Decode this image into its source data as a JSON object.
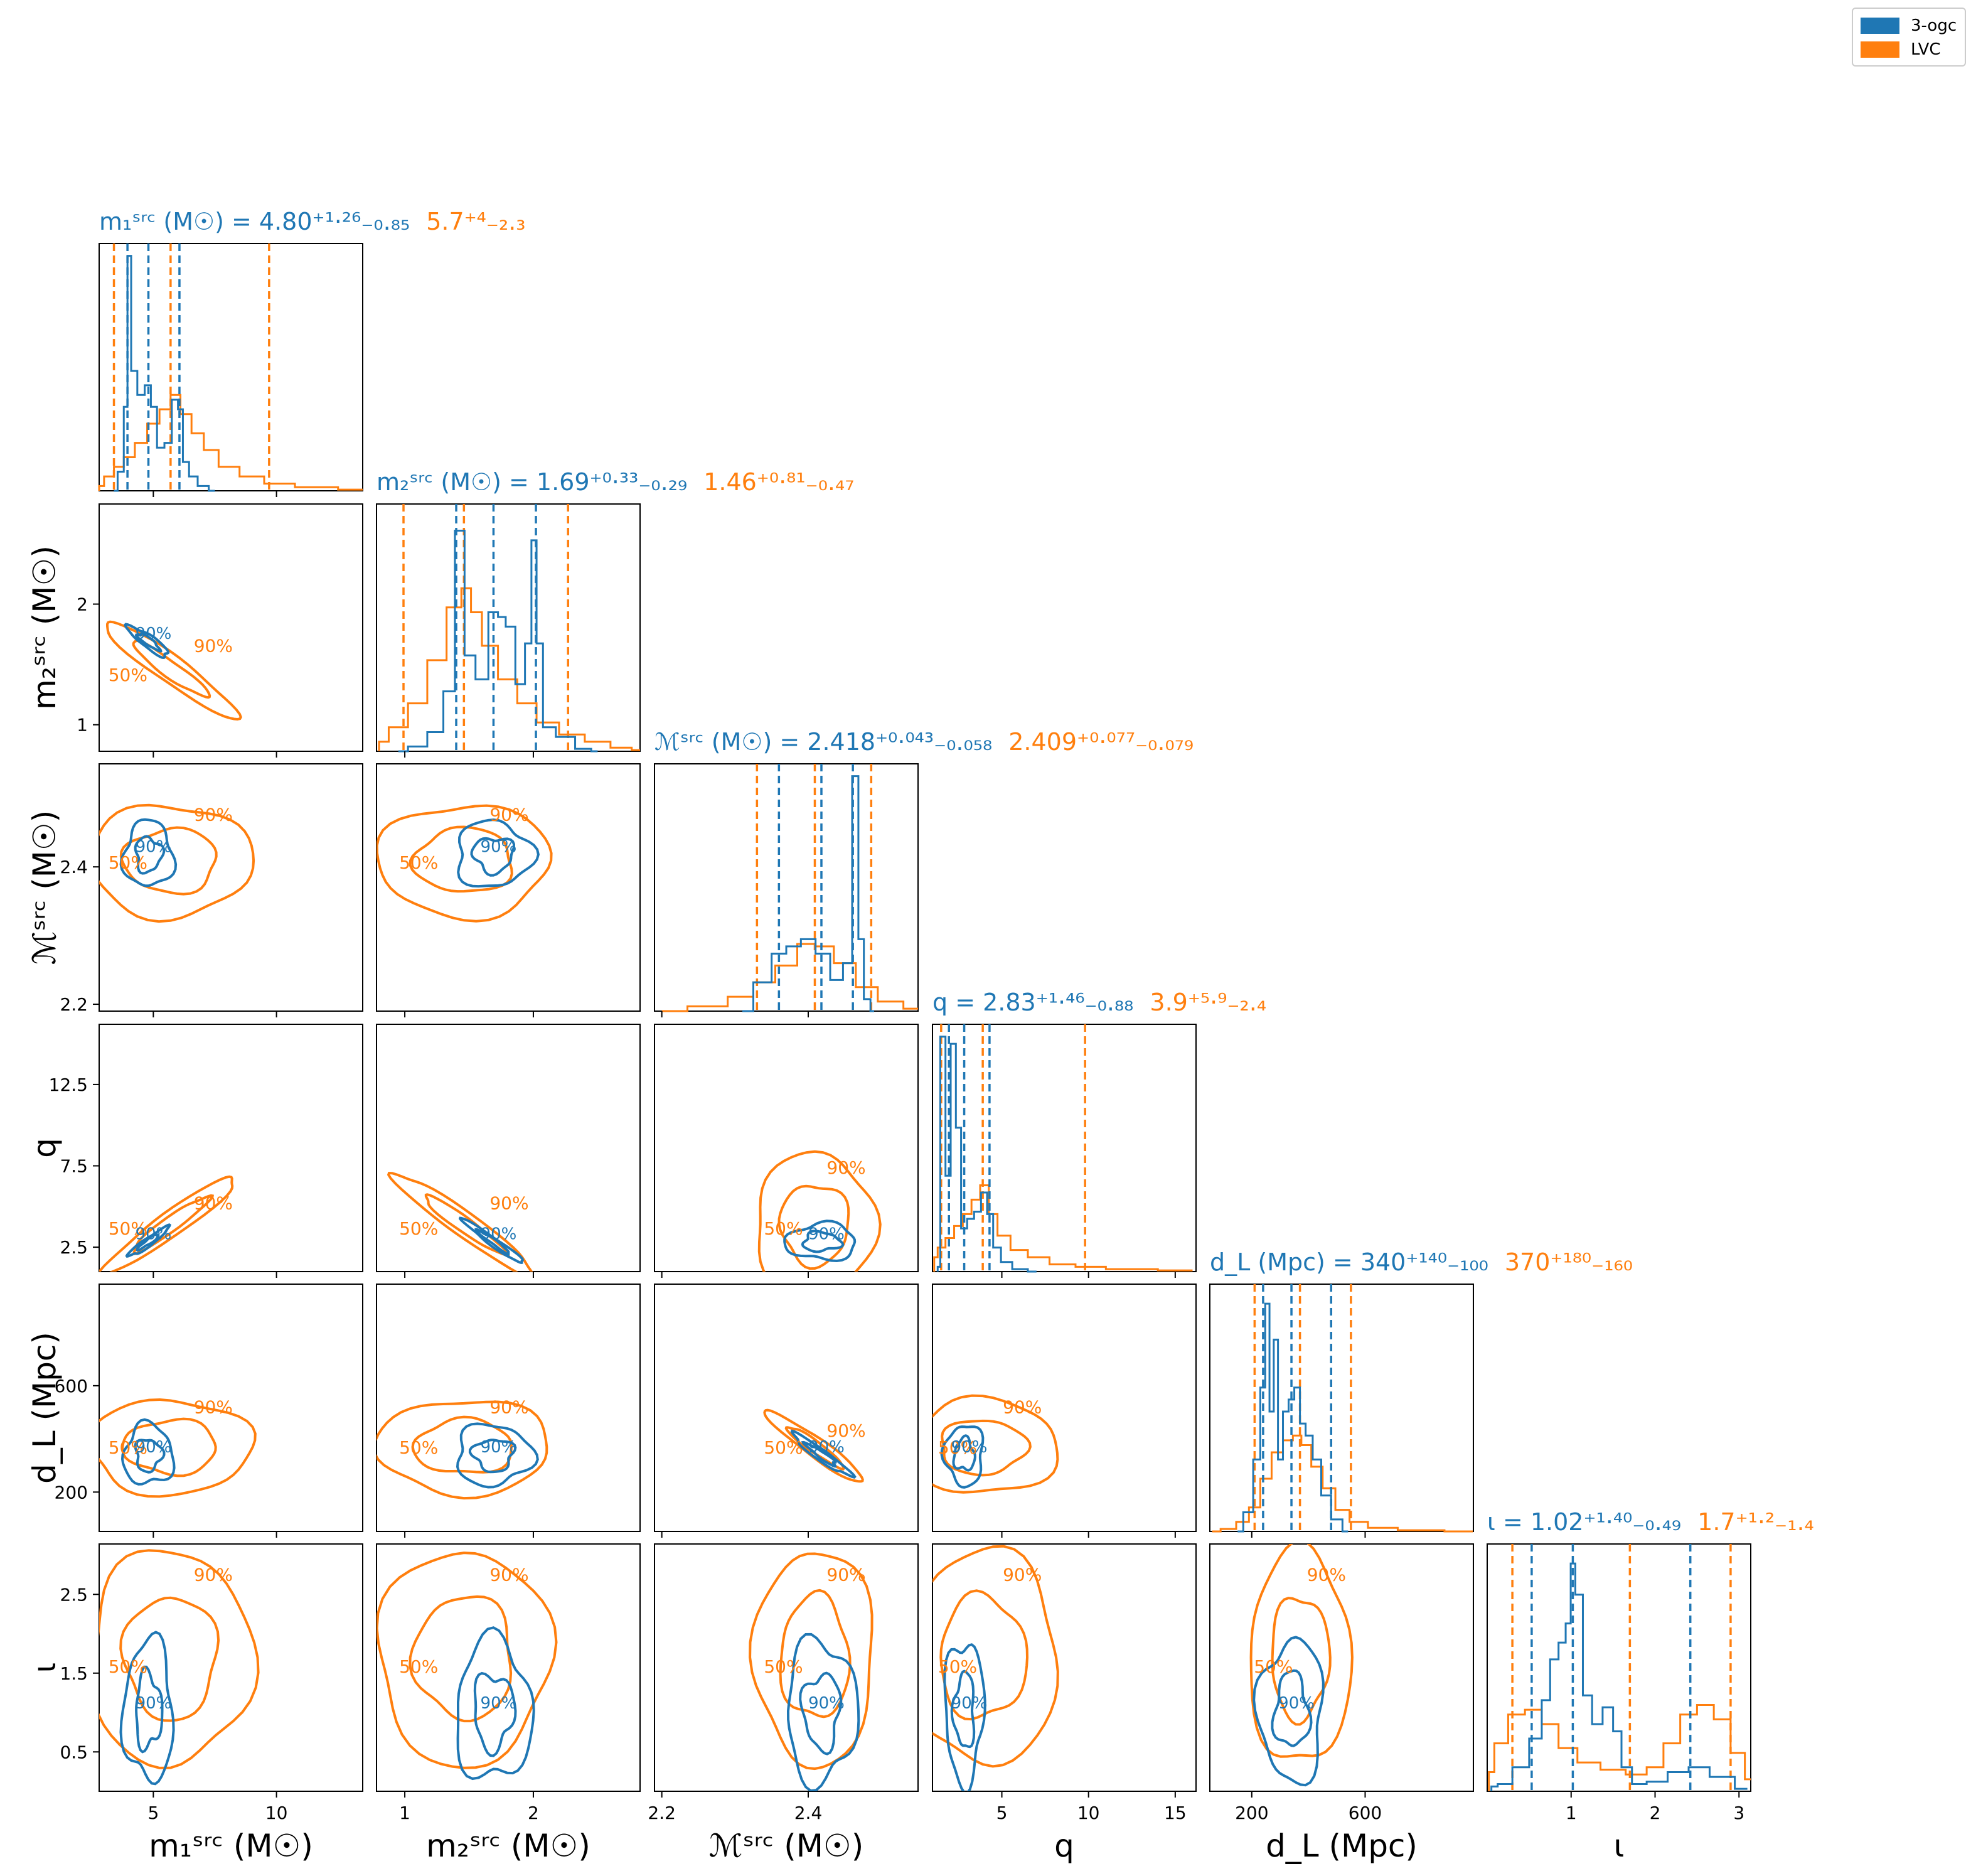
{
  "legend": {
    "items": [
      {
        "label": "3-ogc",
        "color": "#1f77b4"
      },
      {
        "label": "LVC",
        "color": "#ff7f0e"
      }
    ]
  },
  "colors": {
    "ogc": "#1f77b4",
    "lvc": "#ff7f0e"
  },
  "chart_data": {
    "type": "corner",
    "series": [
      {
        "name": "3-ogc",
        "color": "#1f77b4"
      },
      {
        "name": "LVC",
        "color": "#ff7f0e"
      }
    ],
    "parameters": [
      {
        "key": "m1",
        "axis_label": "m₁ˢʳᶜ (M☉)",
        "ticks": [
          "5",
          "10"
        ],
        "tick_values": [
          5,
          10
        ],
        "range": [
          2.8,
          13.5
        ],
        "title_ogc": "m₁ˢʳᶜ (M☉) = 4.80⁺¹·²⁶₋₀.₈₅",
        "title_lvc": "5.7⁺⁴₋₂.₃",
        "ogc": {
          "median": 4.8,
          "lo": 3.95,
          "hi": 6.06
        },
        "lvc": {
          "median": 5.7,
          "lo": 3.4,
          "hi": 9.7
        }
      },
      {
        "key": "m2",
        "axis_label": "m₂ˢʳᶜ (M☉)",
        "ticks": [
          "1",
          "2"
        ],
        "tick_values": [
          1,
          2
        ],
        "range": [
          0.78,
          2.83
        ],
        "title_ogc": "m₂ˢʳᶜ (M☉) = 1.69⁺⁰·³³₋₀.₂₉",
        "title_lvc": "1.46⁺⁰·⁸¹₋₀.₄₇",
        "ogc": {
          "median": 1.69,
          "lo": 1.4,
          "hi": 2.02
        },
        "lvc": {
          "median": 1.46,
          "lo": 0.99,
          "hi": 2.27
        }
      },
      {
        "key": "mc",
        "axis_label": "ℳˢʳᶜ (M☉)",
        "ticks": [
          "2.2",
          "2.4"
        ],
        "tick_values": [
          2.2,
          2.4
        ],
        "range": [
          2.19,
          2.55
        ],
        "title_ogc": "ℳˢʳᶜ (M☉) = 2.418⁺⁰·⁰⁴³₋₀.₀₅₈",
        "title_lvc": "2.409⁺⁰·⁰⁷⁷₋₀.₀₇₉",
        "ogc": {
          "median": 2.418,
          "lo": 2.36,
          "hi": 2.461
        },
        "lvc": {
          "median": 2.409,
          "lo": 2.33,
          "hi": 2.486
        }
      },
      {
        "key": "q",
        "axis_label": "q",
        "ticks": [
          "2.5",
          "7.5",
          "12.5"
        ],
        "tick_values": [
          2.5,
          7.5,
          12.5
        ],
        "range": [
          1,
          16.2
        ],
        "title_ogc": "q = 2.83⁺¹·⁴⁶₋₀.₈₈",
        "title_lvc": "3.9⁺⁵·⁹₋₂.₄",
        "ogc": {
          "median": 2.83,
          "lo": 1.95,
          "hi": 4.29
        },
        "lvc": {
          "median": 3.9,
          "lo": 1.5,
          "hi": 9.8
        }
      },
      {
        "key": "dl",
        "axis_label": "d_L (Mpc)",
        "ticks": [
          "200",
          "600"
        ],
        "tick_values": [
          200,
          600
        ],
        "range": [
          52,
          982
        ],
        "title_ogc": "d_L (Mpc) = 340⁺¹⁴⁰₋₁₀₀",
        "title_lvc": "370⁺¹⁸⁰₋₁₆₀",
        "ogc": {
          "median": 340,
          "lo": 240,
          "hi": 480
        },
        "lvc": {
          "median": 370,
          "lo": 210,
          "hi": 550
        }
      },
      {
        "key": "iota",
        "axis_label": "ι",
        "ticks": [
          "0.5",
          "1.5",
          "2.5"
        ],
        "tick_values": [
          0.5,
          1.5,
          2.5
        ],
        "range": [
          0,
          3.14
        ],
        "title_ogc": "ι = 1.02⁺¹·⁴⁰₋₀.₄₉",
        "title_lvc": "1.7⁺¹·²₋₁.₄",
        "ogc": {
          "median": 1.02,
          "lo": 0.53,
          "hi": 2.42
        },
        "lvc": {
          "median": 1.7,
          "lo": 0.3,
          "hi": 2.9
        }
      }
    ],
    "x_tick_labels": [
      [
        "5",
        "10"
      ],
      [
        "1",
        "2"
      ],
      [
        "2.2",
        "2.4"
      ],
      [
        "5",
        "10",
        "15"
      ],
      [
        "200",
        "600"
      ],
      [
        "1",
        "2",
        "3"
      ]
    ],
    "x_tick_values": [
      [
        5,
        10
      ],
      [
        1,
        2
      ],
      [
        2.2,
        2.4
      ],
      [
        5,
        10,
        15
      ],
      [
        200,
        600
      ],
      [
        1,
        2,
        3
      ]
    ],
    "contour_labels": [
      "50%",
      "90%"
    ],
    "histograms": {
      "m1": {
        "ogc": [
          [
            3.4,
            0
          ],
          [
            3.7,
            0.08
          ],
          [
            3.9,
            0.35
          ],
          [
            4.0,
            0.98
          ],
          [
            4.2,
            0.5
          ],
          [
            4.5,
            0.4
          ],
          [
            4.8,
            0.44
          ],
          [
            5.0,
            0.35
          ],
          [
            5.3,
            0.18
          ],
          [
            5.6,
            0.2
          ],
          [
            5.9,
            0.38
          ],
          [
            6.1,
            0.34
          ],
          [
            6.3,
            0.12
          ],
          [
            6.6,
            0.06
          ],
          [
            7.0,
            0.02
          ],
          [
            7.5,
            0
          ]
        ],
        "lvc": [
          [
            2.8,
            0.02
          ],
          [
            3.2,
            0.06
          ],
          [
            3.6,
            0.1
          ],
          [
            4.0,
            0.14
          ],
          [
            4.5,
            0.2
          ],
          [
            5.0,
            0.28
          ],
          [
            5.5,
            0.34
          ],
          [
            5.9,
            0.4
          ],
          [
            6.3,
            0.32
          ],
          [
            6.8,
            0.24
          ],
          [
            7.3,
            0.17
          ],
          [
            8,
            0.1
          ],
          [
            9,
            0.06
          ],
          [
            10,
            0.03
          ],
          [
            11.5,
            0.015
          ],
          [
            13.5,
            0.005
          ]
        ]
      },
      "m2": {
        "ogc": [
          [
            0.95,
            0
          ],
          [
            1.1,
            0.02
          ],
          [
            1.25,
            0.08
          ],
          [
            1.35,
            0.25
          ],
          [
            1.43,
            0.92
          ],
          [
            1.5,
            0.4
          ],
          [
            1.6,
            0.3
          ],
          [
            1.7,
            0.58
          ],
          [
            1.75,
            0.56
          ],
          [
            1.82,
            0.52
          ],
          [
            1.9,
            0.28
          ],
          [
            1.97,
            0.45
          ],
          [
            2.0,
            0.88
          ],
          [
            2.05,
            0.45
          ],
          [
            2.1,
            0.1
          ],
          [
            2.25,
            0.06
          ],
          [
            2.4,
            0.01
          ],
          [
            2.5,
            0
          ]
        ],
        "lvc": [
          [
            0.8,
            0.04
          ],
          [
            0.95,
            0.1
          ],
          [
            1.1,
            0.2
          ],
          [
            1.25,
            0.38
          ],
          [
            1.4,
            0.6
          ],
          [
            1.48,
            0.68
          ],
          [
            1.55,
            0.58
          ],
          [
            1.65,
            0.44
          ],
          [
            1.8,
            0.3
          ],
          [
            1.95,
            0.2
          ],
          [
            2.1,
            0.12
          ],
          [
            2.3,
            0.07
          ],
          [
            2.5,
            0.04
          ],
          [
            2.7,
            0.015
          ],
          [
            2.83,
            0.005
          ]
        ]
      },
      "mc": {
        "ogc": [
          [
            2.31,
            0
          ],
          [
            2.34,
            0.12
          ],
          [
            2.36,
            0.24
          ],
          [
            2.38,
            0.27
          ],
          [
            2.4,
            0.3
          ],
          [
            2.42,
            0.24
          ],
          [
            2.44,
            0.13
          ],
          [
            2.455,
            0.2
          ],
          [
            2.465,
            0.98
          ],
          [
            2.472,
            0.3
          ],
          [
            2.48,
            0.05
          ],
          [
            2.49,
            0
          ]
        ],
        "lvc": [
          [
            2.2,
            0.0
          ],
          [
            2.27,
            0.02
          ],
          [
            2.31,
            0.06
          ],
          [
            2.34,
            0.12
          ],
          [
            2.37,
            0.19
          ],
          [
            2.4,
            0.28
          ],
          [
            2.42,
            0.27
          ],
          [
            2.45,
            0.2
          ],
          [
            2.48,
            0.1
          ],
          [
            2.51,
            0.04
          ],
          [
            2.55,
            0.01
          ]
        ]
      },
      "q": {
        "ogc": [
          [
            1.3,
            0.02
          ],
          [
            1.6,
            0.98
          ],
          [
            1.9,
            0.4
          ],
          [
            2.2,
            0.95
          ],
          [
            2.5,
            0.6
          ],
          [
            2.8,
            0.18
          ],
          [
            3.2,
            0.22
          ],
          [
            3.6,
            0.25
          ],
          [
            4.0,
            0.33
          ],
          [
            4.3,
            0.24
          ],
          [
            4.7,
            0.1
          ],
          [
            5.2,
            0.04
          ],
          [
            6.0,
            0.01
          ],
          [
            7,
            0
          ]
        ],
        "lvc": [
          [
            1.1,
            0.06
          ],
          [
            1.5,
            0.1
          ],
          [
            2,
            0.14
          ],
          [
            2.5,
            0.19
          ],
          [
            3,
            0.24
          ],
          [
            3.5,
            0.3
          ],
          [
            4,
            0.36
          ],
          [
            4.5,
            0.24
          ],
          [
            5,
            0.15
          ],
          [
            6,
            0.09
          ],
          [
            7,
            0.06
          ],
          [
            8.5,
            0.03
          ],
          [
            10,
            0.02
          ],
          [
            12,
            0.01
          ],
          [
            16,
            0.005
          ]
        ]
      },
      "dl": {
        "ogc": [
          [
            150,
            0
          ],
          [
            190,
            0.08
          ],
          [
            220,
            0.3
          ],
          [
            240,
            0.6
          ],
          [
            255,
            0.95
          ],
          [
            270,
            0.5
          ],
          [
            285,
            0.8
          ],
          [
            300,
            0.3
          ],
          [
            320,
            0.5
          ],
          [
            340,
            0.55
          ],
          [
            360,
            0.6
          ],
          [
            380,
            0.45
          ],
          [
            400,
            0.4
          ],
          [
            430,
            0.3
          ],
          [
            460,
            0.15
          ],
          [
            500,
            0.05
          ],
          [
            540,
            0
          ]
        ],
        "lvc": [
          [
            60,
            0
          ],
          [
            120,
            0.01
          ],
          [
            170,
            0.04
          ],
          [
            210,
            0.1
          ],
          [
            250,
            0.22
          ],
          [
            290,
            0.33
          ],
          [
            330,
            0.38
          ],
          [
            360,
            0.4
          ],
          [
            390,
            0.36
          ],
          [
            430,
            0.27
          ],
          [
            470,
            0.18
          ],
          [
            520,
            0.09
          ],
          [
            570,
            0.04
          ],
          [
            650,
            0.015
          ],
          [
            780,
            0.005
          ],
          [
            980,
            0
          ]
        ]
      },
      "iota": {
        "ogc": [
          [
            0.05,
            0.02
          ],
          [
            0.2,
            0.03
          ],
          [
            0.4,
            0.1
          ],
          [
            0.6,
            0.22
          ],
          [
            0.7,
            0.38
          ],
          [
            0.8,
            0.55
          ],
          [
            0.9,
            0.62
          ],
          [
            0.97,
            0.7
          ],
          [
            1.02,
            0.95
          ],
          [
            1.08,
            0.82
          ],
          [
            1.2,
            0.4
          ],
          [
            1.3,
            0.28
          ],
          [
            1.45,
            0.35
          ],
          [
            1.55,
            0.25
          ],
          [
            1.65,
            0.1
          ],
          [
            1.8,
            0.03
          ],
          [
            2.0,
            0.04
          ],
          [
            2.3,
            0.08
          ],
          [
            2.5,
            0.1
          ],
          [
            2.8,
            0.06
          ],
          [
            3.1,
            0.01
          ]
        ],
        "lvc": [
          [
            0.02,
            0.08
          ],
          [
            0.15,
            0.2
          ],
          [
            0.35,
            0.32
          ],
          [
            0.55,
            0.34
          ],
          [
            0.75,
            0.28
          ],
          [
            0.95,
            0.18
          ],
          [
            1.2,
            0.12
          ],
          [
            1.5,
            0.09
          ],
          [
            1.8,
            0.07
          ],
          [
            2.0,
            0.1
          ],
          [
            2.2,
            0.2
          ],
          [
            2.4,
            0.32
          ],
          [
            2.6,
            0.36
          ],
          [
            2.8,
            0.3
          ],
          [
            3.0,
            0.16
          ],
          [
            3.14,
            0.05
          ]
        ]
      }
    }
  }
}
